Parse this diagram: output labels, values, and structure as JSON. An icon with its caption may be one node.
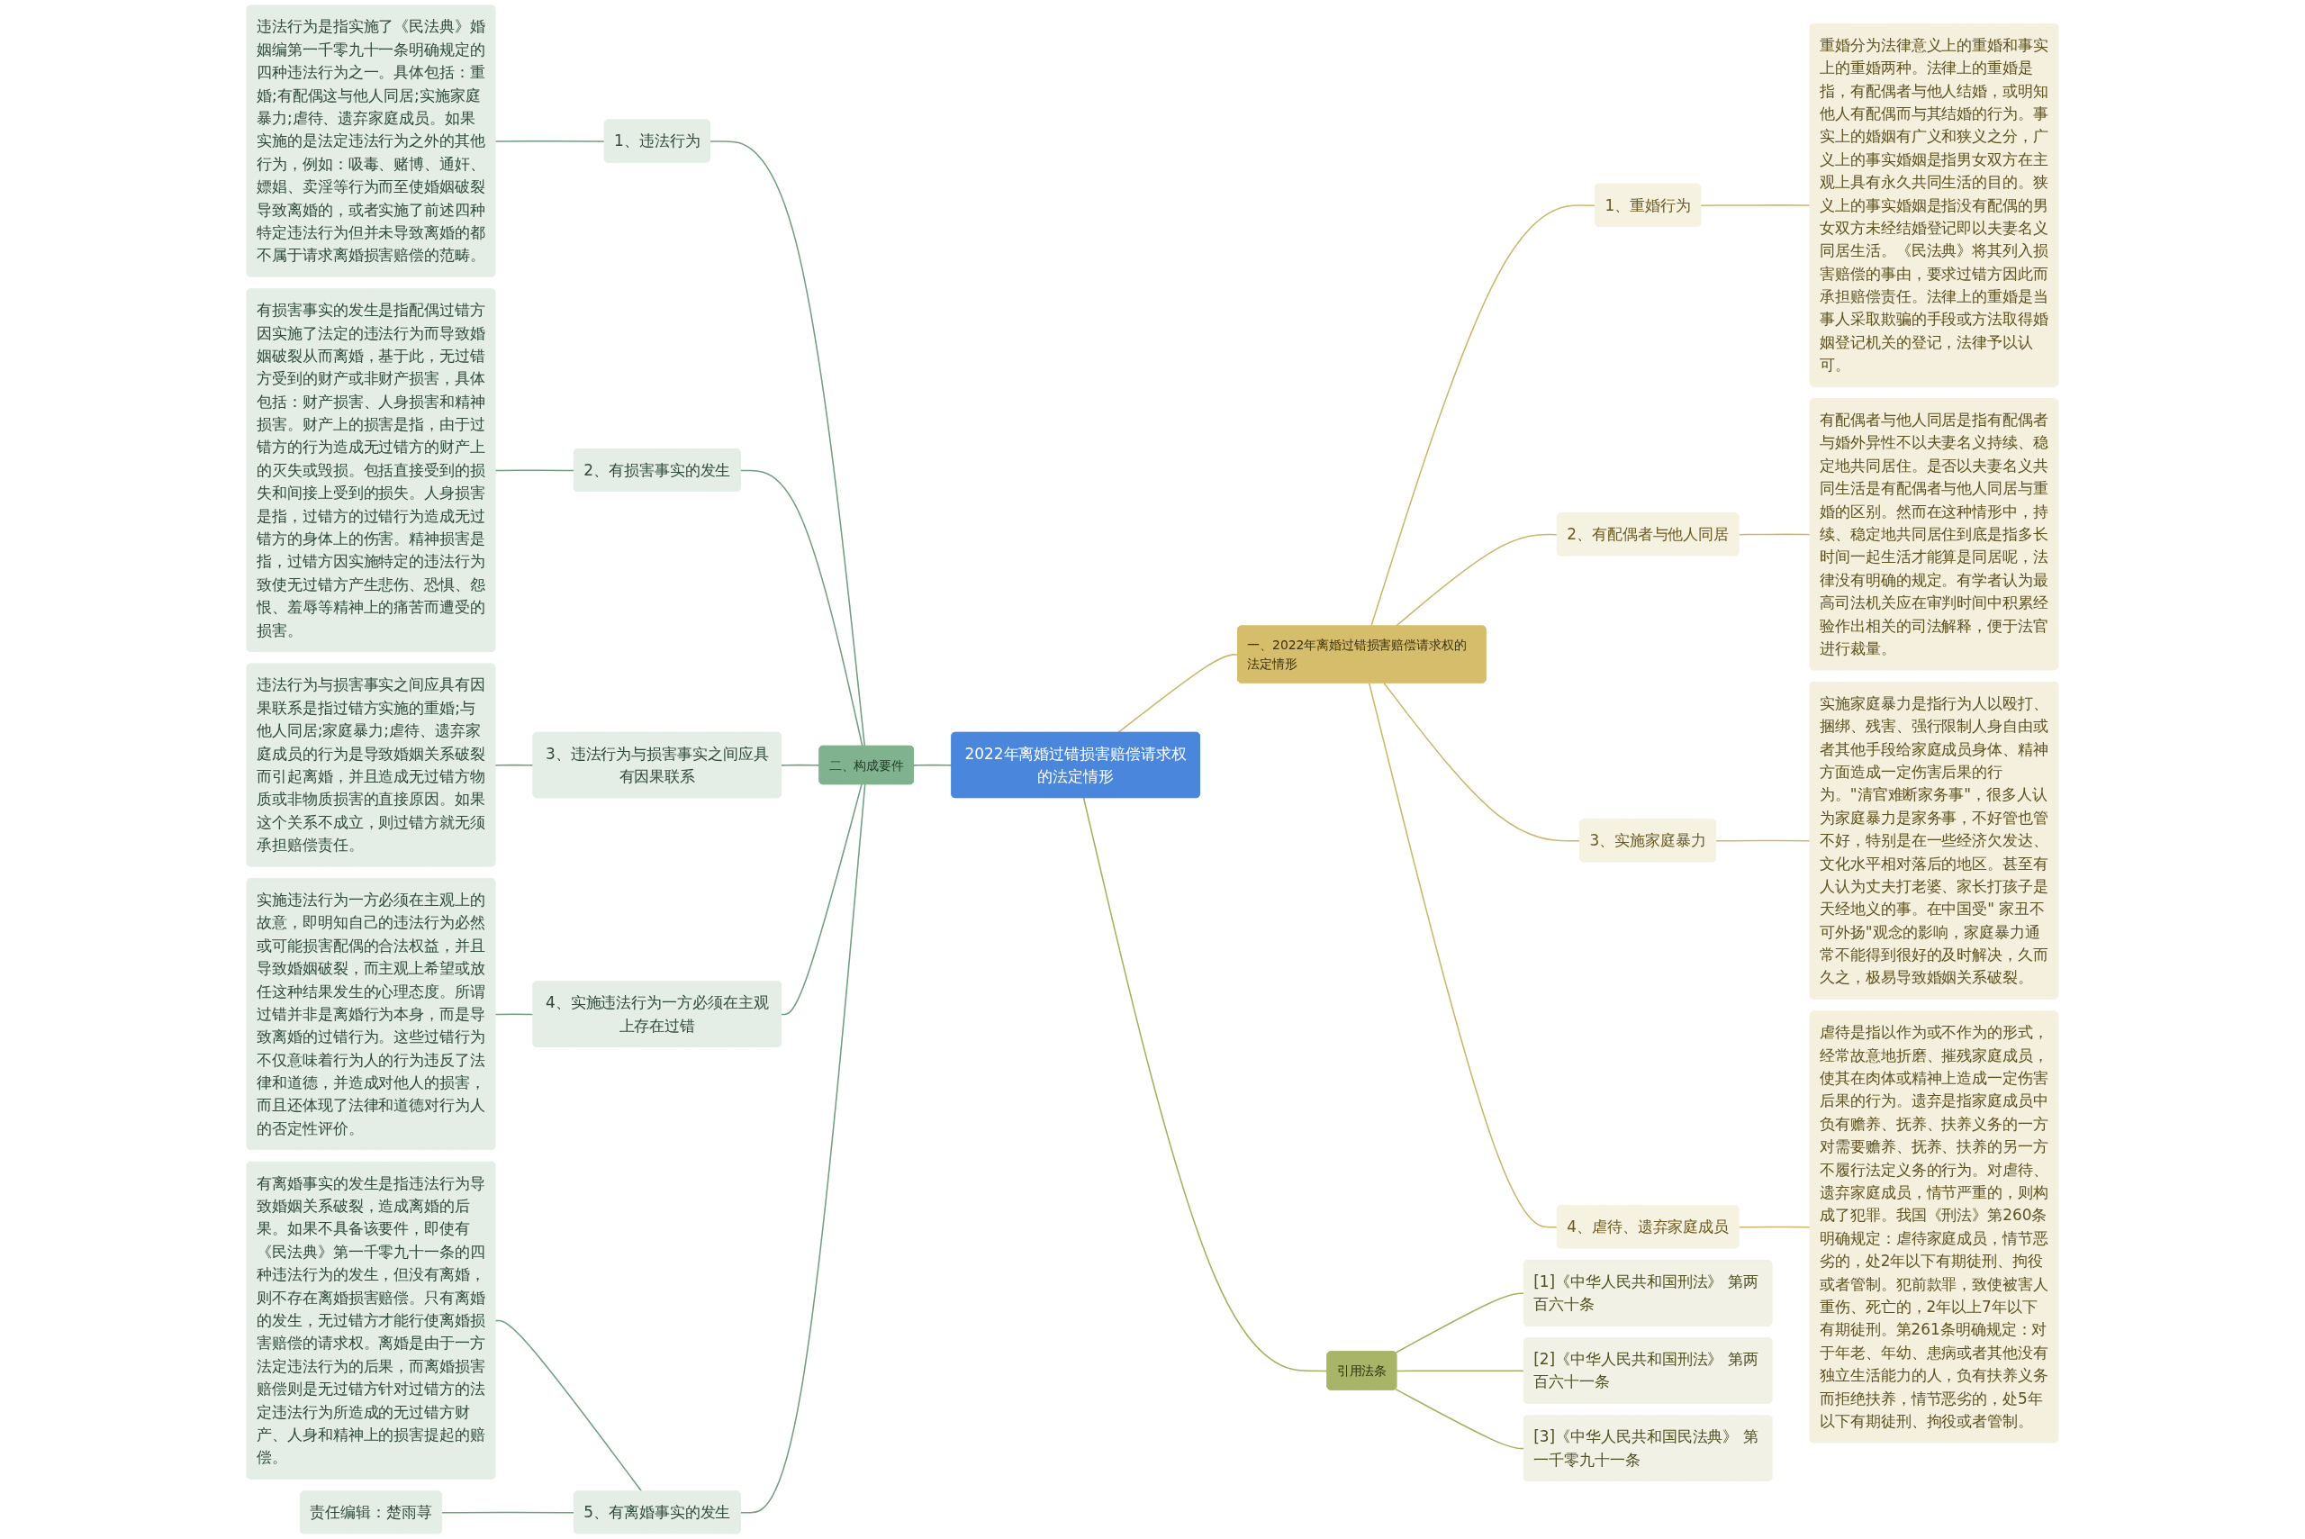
{
  "diagram": {
    "nodes": [
      {
        "text": [
          "2022年离婚过错损害赔偿请求权的法定情形"
        ]
      },
      {
        "text": [
          "一、2022年离婚过错损害赔偿请求权的法定情形"
        ]
      },
      {
        "text": [
          "1、重婚行为"
        ]
      },
      {
        "text": [
          "重婚分为法律意义上的重婚和事实上的重婚两种。法律上的重婚是指，有配偶者与他人结婚，或明知他人有配偶而与其结婚的行为。事实上的婚姻有广义和狭义之分，广义上的事实婚姻是指男女双方在主观上具有永久共同生活的目的。狭义上的事实婚姻是指没有配偶的男女双方未经结婚登记即以夫妻名义同居生活。《民法典》将其列入损害赔偿的事由，要求过错方因此而承担赔偿责任。法律上的重婚是当事人采取欺骗的手段或方法取得婚姻登记机关的登记，法律予以认可。"
        ]
      },
      {
        "text": [
          "2、有配偶者与他人同居"
        ]
      },
      {
        "text": [
          "有配偶者与他人同居是指有配偶者与婚外异性不以夫妻名义持续、稳定地共同居住。是否以夫妻名义共同生活是有配偶者与他人同居与重婚的区别。然而在这种情形中，持续、稳定地共同居住到底是指多长时间一起生活才能算是同居呢，法律没有明确的规定。有学者认为最高司法机关应在审判时间中积累经验作出相关的司法解释，便于法官进行裁量。"
        ]
      },
      {
        "text": [
          "3、实施家庭暴力"
        ]
      },
      {
        "text": [
          "实施家庭暴力是指行为人以殴打、捆绑、残害、强行限制人身自由或者其他手段给家庭成员身体、精神方面造成一定伤害后果的行为。\"清官难断家务事\"，很多人认为家庭暴力是家务事，不好管也管不好，特别是在一些经济欠发达、文化水平相对落后的地区。甚至有人认为丈夫打老婆、家长打孩子是天经地义的事。在中国受\" 家丑不可外扬\"观念的影响，家庭暴力通常不能得到很好的及时解决，久而久之，极易导致婚姻关系破裂。"
        ]
      },
      {
        "text": [
          "4、虐待、遗弃家庭成员"
        ]
      },
      {
        "text": [
          "虐待是指以作为或不作为的形式，经常故意地折磨、摧残家庭成员，使其在肉体或精神上造成一定伤害后果的行为。遗弃是指家庭成员中负有赡养、抚养、扶养义务的一方对需要赡养、抚养、扶养的另一方不履行法定义务的行为。对虐待、遗弃家庭成员，情节严重的，则构成了犯罪。我国《刑法》第260条明确规定：虐待家庭成员，情节恶劣的，处2年以下有期徒刑、拘役或者管制。犯前款罪，致使被害人重伤、死亡的，2年以上7年以下有期徒刑。第261条明确规定：对于年老、年幼、患病或者其他没有独立生活能力的人，负有扶养义务而拒绝扶养，情节恶劣的，处5年以下有期徒刑、拘役或者管制。"
        ]
      },
      {
        "text": [
          "引用法条"
        ]
      },
      {
        "text": [
          "[1]《中华人民共和国刑法》 第两百六十条"
        ]
      },
      {
        "text": [
          "[2]《中华人民共和国刑法》 第两百六十一条"
        ]
      },
      {
        "text": [
          "[3]《中华人民共和国民法典》 第一千零九十一条"
        ]
      },
      {
        "text": [
          "二、构成要件"
        ]
      },
      {
        "text": [
          "1、违法行为"
        ]
      },
      {
        "text": [
          "违法行为是指实施了《民法典》婚姻编第一千零九十一条明确规定的四种违法行为之一。具体包括：重婚;有配偶这与他人同居;实施家庭暴力;虐待、遗弃家庭成员。如果实施的是法定违法行为之外的其他行为，例如：吸毒、赌博、通奸、嫖娼、卖淫等行为而至使婚姻破裂导致离婚的，或者实施了前述四种特定违法行为但并未导致离婚的都不属于请求离婚损害赔偿的范畴。"
        ]
      },
      {
        "text": [
          "2、有损害事实的发生"
        ]
      },
      {
        "text": [
          "有损害事实的发生是指配偶过错方因实施了法定的违法行为而导致婚姻破裂从而离婚，基于此，无过错方受到的财产或非财产损害，具体包括：财产损害、人身损害和精神损害。财产上的损害是指，由于过错方的行为造成无过错方的财产上的灭失或毁损。包括直接受到的损失和间接上受到的损失。人身损害是指，过错方的过错行为造成无过错方的身体上的伤害。精神损害是指，过错方因实施特定的违法行为致使无过错方产生悲伤、恐惧、怨恨、羞辱等精神上的痛苦而遭受的损害。"
        ]
      },
      {
        "text": [
          "3、违法行为与损害事实之间应具有因果联系"
        ]
      },
      {
        "text": [
          "违法行为与损害事实之间应具有因果联系是指过错方实施的重婚;与他人同居;家庭暴力;虐待、遗弃家庭成员的行为是导致婚姻关系破裂而引起离婚，并且造成无过错方物质或非物质损害的直接原因。如果这个关系不成立，则过错方就无须承担赔偿责任。"
        ]
      },
      {
        "text": [
          "4、实施违法行为一方必须在主观上存在过错"
        ]
      },
      {
        "text": [
          "实施违法行为一方必须在主观上的故意，即明知自己的违法行为必然或可能损害配偶的合法权益，并且导致婚姻破裂，而主观上希望或放任这种结果发生的心理态度。所谓过错并非是离婚行为本身，而是导致离婚的过错行为。这些过错行为不仅意味着行为人的行为违反了法律和道德，并造成对他人的损害，而且还体现了法律和道德对行为人的否定性评价。"
        ]
      },
      {
        "text": [
          "5、有离婚事实的发生"
        ]
      },
      {
        "text": [
          "有离婚事实的发生是指违法行为导致婚姻关系破裂，造成离婚的后果。如果不具备该要件，即使有《民法典》第一千零九十一条的四种违法行为的发生，但没有离婚，则不存在离婚损害赔偿。只有离婚的发生，无过错方才能行使离婚损害赔偿的请求权。离婚是由于一方法定违法行为的后果，而离婚损害赔偿则是无过错方针对过错方的法定违法行为所造成的无过错方财产、人身和精神上的损害提起的赔偿。"
        ]
      },
      {
        "text": [
          "责任编辑：楚雨荨"
        ]
      }
    ],
    "edges": [
      {
        "from": 0,
        "to": 1,
        "arrow": "none",
        "color": "#cdb66b"
      },
      {
        "from": 1,
        "to": 2,
        "arrow": "none",
        "color": "#cdb66b"
      },
      {
        "from": 2,
        "to": 3,
        "arrow": "none",
        "color": "#cdb66b"
      },
      {
        "from": 1,
        "to": 4,
        "arrow": "none",
        "color": "#cdb66b"
      },
      {
        "from": 4,
        "to": 5,
        "arrow": "none",
        "color": "#cdb66b"
      },
      {
        "from": 1,
        "to": 6,
        "arrow": "none",
        "color": "#cdb66b"
      },
      {
        "from": 6,
        "to": 7,
        "arrow": "none",
        "color": "#cdb66b"
      },
      {
        "from": 1,
        "to": 8,
        "arrow": "none",
        "color": "#cdb66b"
      },
      {
        "from": 8,
        "to": 9,
        "arrow": "none",
        "color": "#cdb66b"
      },
      {
        "from": 0,
        "to": 10,
        "arrow": "none",
        "color": "#a8b05e"
      },
      {
        "from": 10,
        "to": 11,
        "arrow": "none",
        "color": "#a8b05e"
      },
      {
        "from": 10,
        "to": 12,
        "arrow": "none",
        "color": "#a8b05e"
      },
      {
        "from": 10,
        "to": 13,
        "arrow": "none",
        "color": "#a8b05e"
      },
      {
        "from": 14,
        "to": 0,
        "arrow": "none"
      },
      {
        "from": 15,
        "to": 14,
        "arrow": "none"
      },
      {
        "from": 16,
        "to": 15,
        "arrow": "none"
      },
      {
        "from": 17,
        "to": 14,
        "arrow": "none"
      },
      {
        "from": 18,
        "to": 17,
        "arrow": "none"
      },
      {
        "from": 19,
        "to": 14,
        "arrow": "none"
      },
      {
        "from": 20,
        "to": 19,
        "arrow": "none"
      },
      {
        "from": 21,
        "to": 14,
        "arrow": "none"
      },
      {
        "from": 22,
        "to": 21,
        "arrow": "none"
      },
      {
        "from": 23,
        "to": 14,
        "arrow": "none"
      },
      {
        "from": 24,
        "to": 23,
        "arrow": "none"
      },
      {
        "from": 25,
        "to": 23,
        "arrow": "none"
      }
    ]
  }
}
